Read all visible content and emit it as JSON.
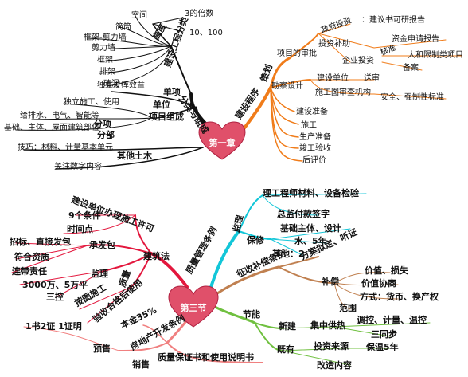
{
  "top": {
    "center": "第一章",
    "left_branches": {
      "main1": "建设工程分类",
      "main2": "分类与组成",
      "sub_deg": "高度",
      "deg_a": "3的倍数",
      "deg_b": "10、100",
      "kongjian": "空间",
      "jiantong": "简筒",
      "kuangjia_jlq": "框架-剪力墙",
      "jianliqiang": "剪力墙",
      "kuangjia": "框架",
      "paijia": "排架",
      "zhuanhun": "砖混",
      "dulifahui": "独立发挥效益",
      "danxiang": "单项",
      "duli_shigong": "独立施工、使用",
      "danwei": "单位",
      "xiangmu_zucheng": "项目组成",
      "geishui": "给排水、电气、智能等",
      "fenxiang": "分项",
      "jichu": "基础、主体、屋面建筑部位",
      "fenbu": "分部",
      "jiqiao": "技巧：材料、计量基本单元",
      "qita": "其他土木",
      "guanzhu": "关注数字内容"
    },
    "right_branches": {
      "jianshe_chengxu": "建设程序",
      "cehua": "策划",
      "xiangmu_shenpi": "项目的审批",
      "zhengfu_touzi": "政府投资",
      "jianyishu": "：建议书可研报告",
      "touzi_buzhu": "投资补助",
      "zijin_shenqing": "资金申请报告",
      "qiye_touzi": "企业投资",
      "hezhun": "核准",
      "daer": "大和限制类项目",
      "beian": "备案",
      "kancha": "勘察设计",
      "jianshe_danwei": "建设单位",
      "songshen": "送审",
      "shigongtu": "施工图审查机构",
      "anquan": "安全、强制性标准",
      "jianshe_zhunbei": "建设准备",
      "shigong": "施工",
      "shengchan": "生产准备",
      "jungong": "竣工验收",
      "houpingjia": "后评价"
    }
  },
  "bottom": {
    "center": "第三节",
    "jianzhufa": "建筑法",
    "jianshe_lx": "建设单位办理施工许可",
    "jiuge": "9个条件",
    "shijiandian": "时间点",
    "zhaobiao": "招标、直接发包",
    "chengbao": "承发包",
    "fuhe": "符合资质",
    "liandai": "连带责任",
    "jianli": "监理",
    "wanfang": "3000万、5万平",
    "sankong": "三控",
    "zhiliang": "质量",
    "jishu": "按图施工",
    "yanshou": "验收合格后使用",
    "zhiliang_guanli": "质量管理条例",
    "jianli2": "监理",
    "gongchengshi": "理工程师材料、设备检验",
    "zongjian": "总监付款签字",
    "baoxiu": "保修",
    "jichu_sheji": "基础主体、设计",
    "shui": "水、5年",
    "qita2": "其他：2",
    "fangan": "方案拟定、听证",
    "zhengshou": "征收补偿条例",
    "buchang": "补偿",
    "jiazhi": "价值、损失",
    "jiazhi_xieshang": "价值协商",
    "fangshi": "方式：货币、换产权",
    "fanwei": "范围",
    "jieneng": "节能",
    "xinjian": "新建",
    "jizhong": "集中供热",
    "tiaokong": "调控、计量、温控",
    "santongbu": "三同步",
    "jiyou": "既有",
    "touzi_laiyuan": "投资来源",
    "baowen": "保温5年",
    "gaizao": "改造内容",
    "fangdichan": "房地产开发条例",
    "ziben": "本金35%",
    "yushou": "预售",
    "yishu": "1书2证 1证明",
    "xiaoshou": "销售",
    "zhiliang_baozheng": "质量保证书和使用说明书"
  },
  "colors": {
    "top_left": "#111111",
    "top_right": "#f07c1a",
    "bottom_red": "#e3173d",
    "bottom_blue": "#12c6d8",
    "bottom_brown": "#c08050",
    "bottom_green": "#70c040",
    "bottom_pink": "#f08080",
    "heart": "#e0506a"
  }
}
